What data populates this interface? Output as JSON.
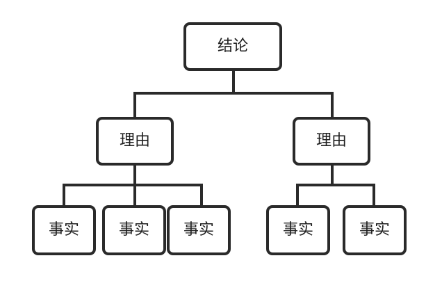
{
  "colors": {
    "stroke": "#2a2a2a",
    "text": "#1f1f1f",
    "background": "#ffffff"
  },
  "tree": {
    "root": {
      "label": "结论"
    },
    "reasons": [
      {
        "label": "理由"
      },
      {
        "label": "理由"
      }
    ],
    "facts": [
      {
        "label": "事实",
        "parent": 0
      },
      {
        "label": "事实",
        "parent": 0
      },
      {
        "label": "事实",
        "parent": 0
      },
      {
        "label": "事实",
        "parent": 1
      },
      {
        "label": "事实",
        "parent": 1
      }
    ]
  }
}
